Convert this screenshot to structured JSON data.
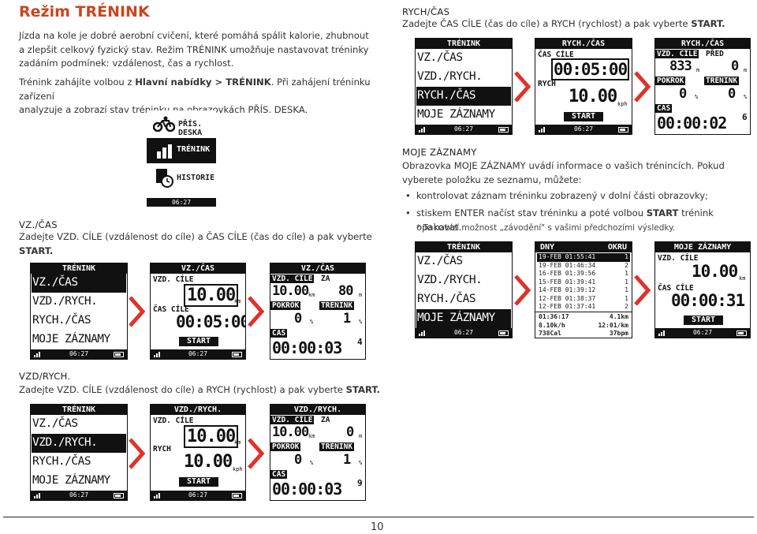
{
  "title": "Režim TRÉNINK",
  "intro1": "Jízda na kole je dobré aerobní cvičení, které pomáhá spálit kalorie, zhubnout",
  "intro2": "a zlepšit celkový fyzický stav. Režim TRÉNINK umožňuje nastavovat tréninky",
  "intro3": "zadáním podmínek: vzdálenost, čas a rychlost.",
  "p2a": "Trénink zahájíte volbou z ",
  "p2b": "Hlavní nabídky > TRÉNINK",
  "p2c": ". Při zahájení tréninku zařízení",
  "p2d": "analyzuje a zobrazí stav tréninku na obrazovkách PŘÍS. DESKA.",
  "main_menu": {
    "item1": "PŘÍS. DESKA",
    "item2": "TRÉNINK",
    "item3": "HISTORIE",
    "time": "06:27"
  },
  "sec_vzcas": {
    "heading": "VZ./ČAS",
    "line1": "Zadejte VZD. CÍLE (vzdálenost do cíle) a ČAS CÍLE (čas do cíle) a pak vyberte",
    "line2": "START."
  },
  "sec_vzdrych": {
    "heading": "VZD/RYCH.",
    "line1a": "Zadejte VZD. CÍLE (vzdálenost do cíle) a RYCH (rychlost) a pak vyberte ",
    "line1b": "START."
  },
  "sec_rychcas": {
    "heading": "RYCH/ČAS",
    "line1a": "Zadejte ČAS CÍLE (čas do cíle) a RYCH (rychlost) a pak vyberte ",
    "line1b": "START."
  },
  "sec_zaznamy": {
    "heading": "MOJE ZÁZNAMY",
    "line1": "Obrazovka MOJE ZÁZNAMY uvádí informace o vašich trénincích. Pokud",
    "line2": "vyberete položku ze seznamu, můžete:",
    "bullet1": "kontrolovat záznam tréninku zobrazený v dolní části obrazovky;",
    "bullet2a": "stiskem ENTER načíst stav tréninku a poté volbou ",
    "bullet2b": "START",
    "bullet2c": " trénink opakovat.",
    "note": "* To nabízí možnost „závodění\" s vašimi předchozími výsledky."
  },
  "screen": {
    "trenink": "TRÉNINK",
    "m1": "VZ./ČAS",
    "m2": "VZD./RYCH.",
    "m3": "RYCH./ČAS",
    "m4": "MOJE ZÁZNAMY",
    "time": "06:27",
    "vzcas_title": "VZ./ČAS",
    "vzd_cile": "VZD. CÍLE",
    "cas_cile": "ČAS CÍLE",
    "start": "START",
    "dist": "10.00",
    "km": "km",
    "time_goal": "00:05:00",
    "za": "ZA",
    "pokrok": "POKROK",
    "trenink_lbl": "TRÉNINK",
    "cas": "ČAS",
    "m": "m",
    "pct": "%",
    "za_val": "80",
    "pok_val": "0",
    "tr_val": "1",
    "elapsed1": "00:00:03",
    "sec1": "4",
    "vzdrych_title": "VZD./RYCH.",
    "rych": "RYCH",
    "speed": "10.00",
    "kph": "kph",
    "elapsed2": "00:00:03",
    "sec2": "9",
    "rychcas_title": "RYCH./ČAS",
    "pred": "PŘED",
    "v833": "833",
    "v0": "0",
    "elapsed3": "00:00:02",
    "sec3": "6",
    "dny": "DNY",
    "okru": "OKRU",
    "moje_title": "MOJE ZÁZNAMY",
    "elapsed4": "00:00:31",
    "records": [
      [
        "19-FEB 01:55:41",
        "1"
      ],
      [
        "19-FEB 01:46:34",
        "2"
      ],
      [
        "16-FEB 01:39:56",
        "1"
      ],
      [
        "15-FEB 01:39:41",
        "1"
      ],
      [
        "14-FEB 01:39:12",
        "1"
      ],
      [
        "12-FEB 01:38:37",
        "1"
      ],
      [
        "12-FEB 01:37:41",
        "2"
      ]
    ],
    "sum1a": "01:36:17",
    "sum1b": "4.1km",
    "sum2a": "8.10k/h",
    "sum2b": "12:01/km",
    "sum3a": "738Cal",
    "sum3b": "37bpm"
  },
  "page_number": "10",
  "colors": {
    "accent": "#c8461e",
    "arrow": "#e0322a"
  }
}
